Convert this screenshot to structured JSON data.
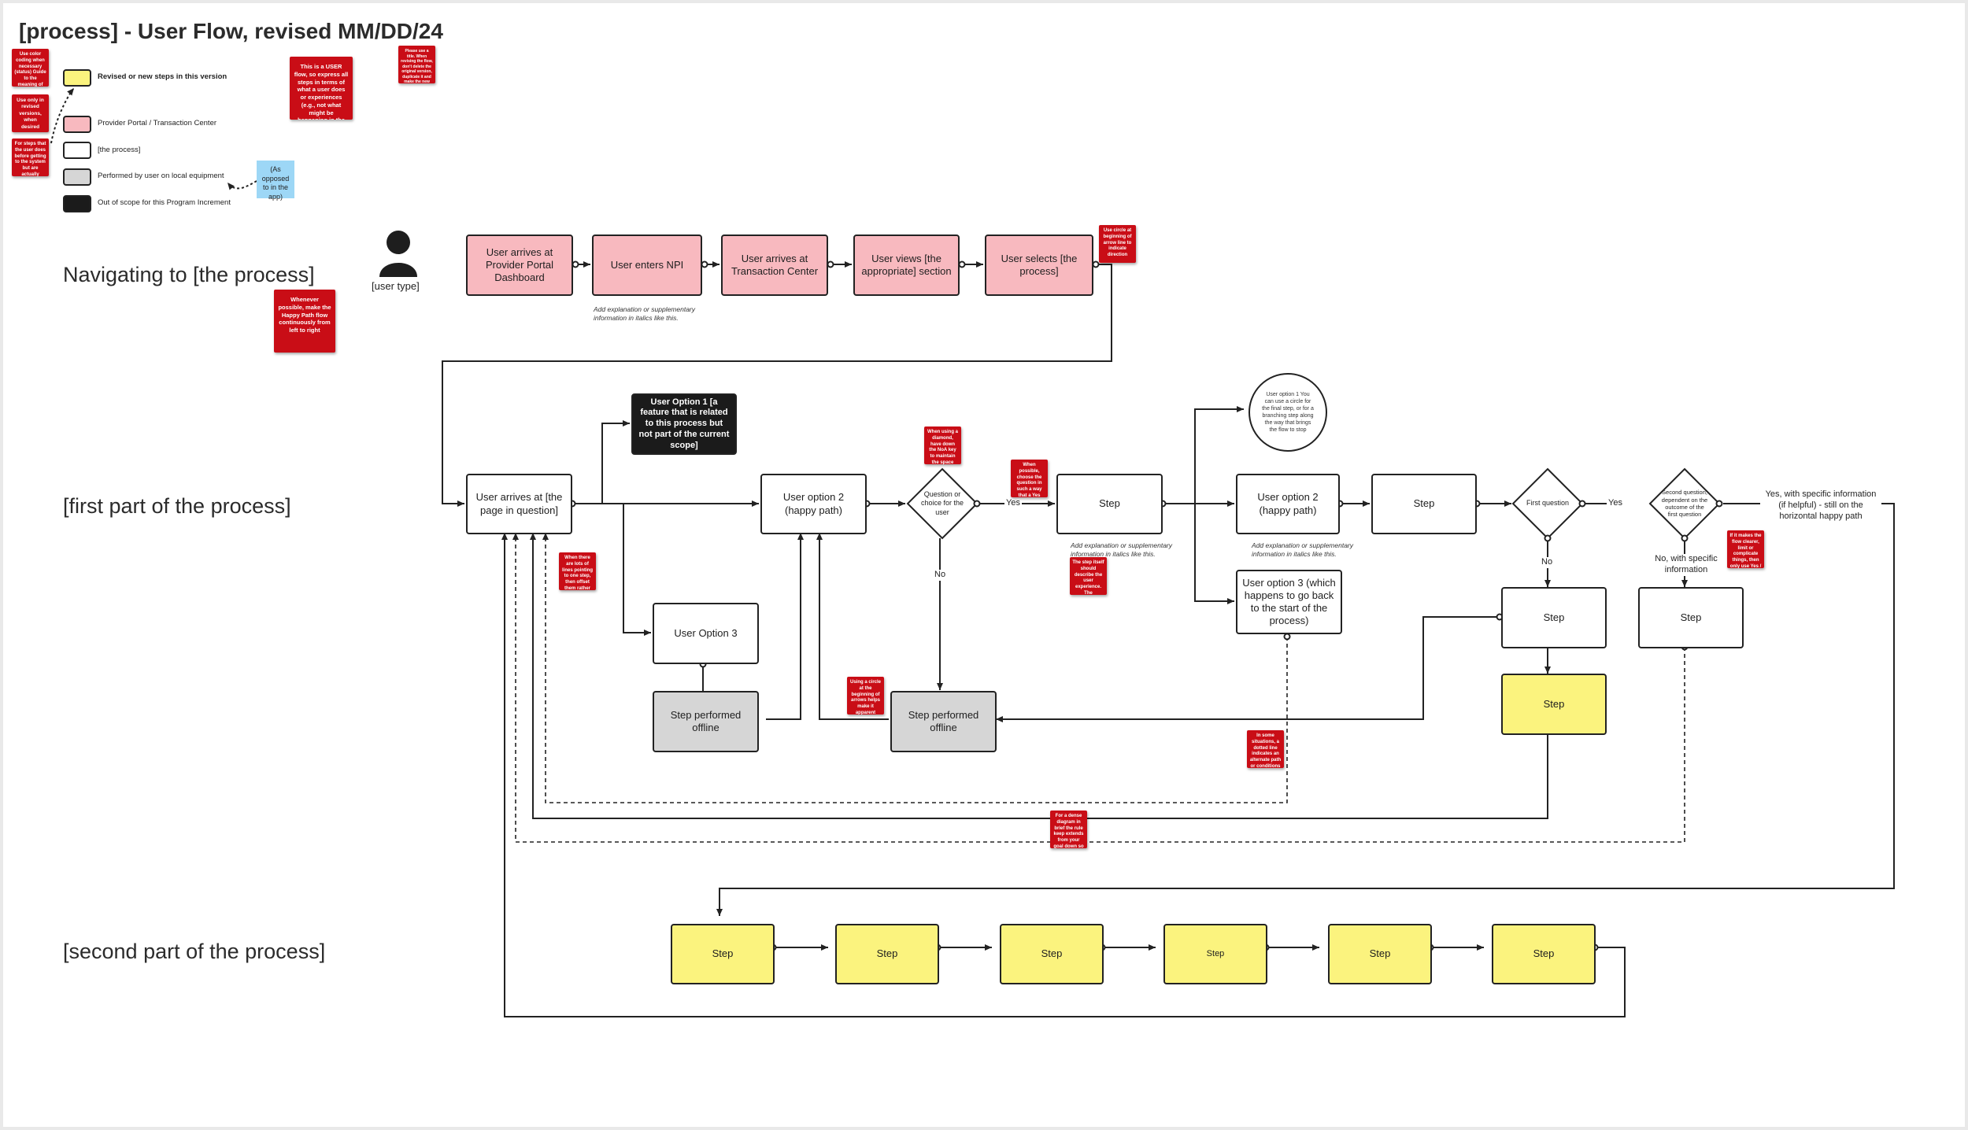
{
  "title": "[process] - User Flow, revised MM/DD/24",
  "sections": {
    "navigating": "Navigating to [the process]",
    "first_part": "[first part of the process]",
    "second_part": "[second part of the process]"
  },
  "legend": {
    "revised": "Revised or new steps in this version",
    "portal": "Provider Portal / Transaction Center",
    "process": "[the process]",
    "local": "Performed by user on local equipment",
    "out_of_scope": "Out of scope for this Program Increment",
    "blue_note": "(As opposed to in the app)"
  },
  "legend_notes": {
    "note1": "Use color coding when necessary (status) Guide to the meaning of colors from the key",
    "note2": "Use only in revised versions, when desired",
    "note3": "For steps that the user does before getting to the system but are actually showing in the flow",
    "note4": "This is a USER flow, so express all steps in terms of what a user does or experiences (e.g., not what might be happening in the back end)",
    "note5": "Please use a title. When revising the flow, don't delete the original version, duplicate it and make the new one, add the new date"
  },
  "user_type": "[user type]",
  "nav_steps": [
    "User arrives at Provider Portal Dashboard",
    "User enters NPI",
    "User arrives at Transaction Center",
    "User views [the appropriate] section",
    "User selects [the process]"
  ],
  "nav_note": "Add explanation or supplementary information in italics like this.",
  "nav_sticky_circle": "Use circle at beginning of arrow line to indicate direction",
  "happy_path_sticky": "Whenever possible, make the Happy Path flow continuously from left to right",
  "first": {
    "arrives": "User arrives at [the page in question]",
    "option1": "User Option 1 [a feature that is related to this process but not part of the current scope]",
    "option3": "User Option 3",
    "offline1": "Step performed offline",
    "option2": "User option 2 (happy path)",
    "question": "Question or choice for the user",
    "yes": "Yes",
    "no": "No",
    "offline2": "Step performed offline",
    "step1": "Step",
    "step1_note": "Add explanation or supplementary information in italics like this.",
    "circle_option": "User option 1 You can use a circle for the final step, or for a branching step along the way that brings the flow to stop",
    "option2b": "User option 2 (happy path)",
    "option2b_note": "Add explanation or supplementary information in italics like this.",
    "option3b": "User option 3 (which happens to go back to the start of the process)",
    "step2": "Step",
    "first_question": "First question",
    "yes2": "Yes",
    "no2": "No",
    "second_question": "Second question, dependent on the outcome of the first question",
    "yes_specific": "Yes, with specific information (if helpful) - still on the horizontal happy path",
    "no_specific": "No, with specific information",
    "step3": "Step",
    "step4": "Step",
    "step_yellow": "Step"
  },
  "first_stickies": {
    "s1": "When there are lots of lines pointing to one step, then offset them rather than overlapping them",
    "s2": "When using a diamond, have down the NoA key to maintain the space proportions",
    "s3": "When possible, choose the question in such a way that a Yes answer keeps the happy path going and a No answer leads off",
    "s4": "The step itself should describe the user experience. The connection label's purpose is to show what the user is not aware of",
    "s5": "Using a circle at the beginning of arrows helps make it apparent where steps are together and have at the right lines",
    "s6": "In some situations, a dotted line indicates an alternate path or conditions",
    "s7": "For a dense diagram in brief the rule keep extends from your goal down so as not to confuse, as the system interprets",
    "s8": "If it makes the flow clearer, limit or complicate things, then only use Yes / No for the answer"
  },
  "second_steps": [
    "Step",
    "Step",
    "Step",
    "Step",
    "Step",
    "Step"
  ]
}
